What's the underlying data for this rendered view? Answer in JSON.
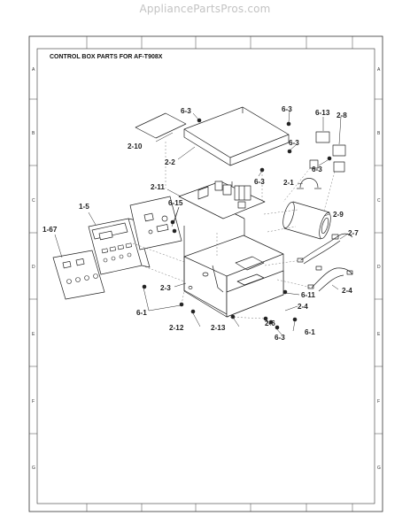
{
  "watermark": "AppliancePartsPros.com",
  "title": "CONTROL BOX PARTS FOR AF-T908X",
  "grid_letters_left": [
    "A",
    "B",
    "C",
    "D",
    "E",
    "F",
    "G"
  ],
  "grid_letters_right": [
    "A",
    "B",
    "C",
    "D",
    "E",
    "F",
    "G"
  ],
  "callouts": {
    "c_6_3_a": "6-3",
    "c_6_3_b": "6-3",
    "c_6_13": "6-13",
    "c_2_8": "2-8",
    "c_2_10": "2-10",
    "c_6_3_c": "6-3",
    "c_2_2": "2-2",
    "c_6_3_d": "6-3",
    "c_6_3_e": "6-3",
    "c_2_1": "2-1",
    "c_2_11": "2-11",
    "c_1_5": "1-5",
    "c_6_15": "6-15",
    "c_2_9": "2-9",
    "c_1_67": "1-67",
    "c_2_7": "2-7",
    "c_2_3": "2-3",
    "c_6_11": "6-11",
    "c_2_4_a": "2-4",
    "c_2_4_b": "2-4",
    "c_6_1_a": "6-1",
    "c_2_6": "2-6",
    "c_2_12": "2-12",
    "c_2_13": "2-13",
    "c_6_3_f": "6-3",
    "c_6_1_b": "6-1"
  }
}
